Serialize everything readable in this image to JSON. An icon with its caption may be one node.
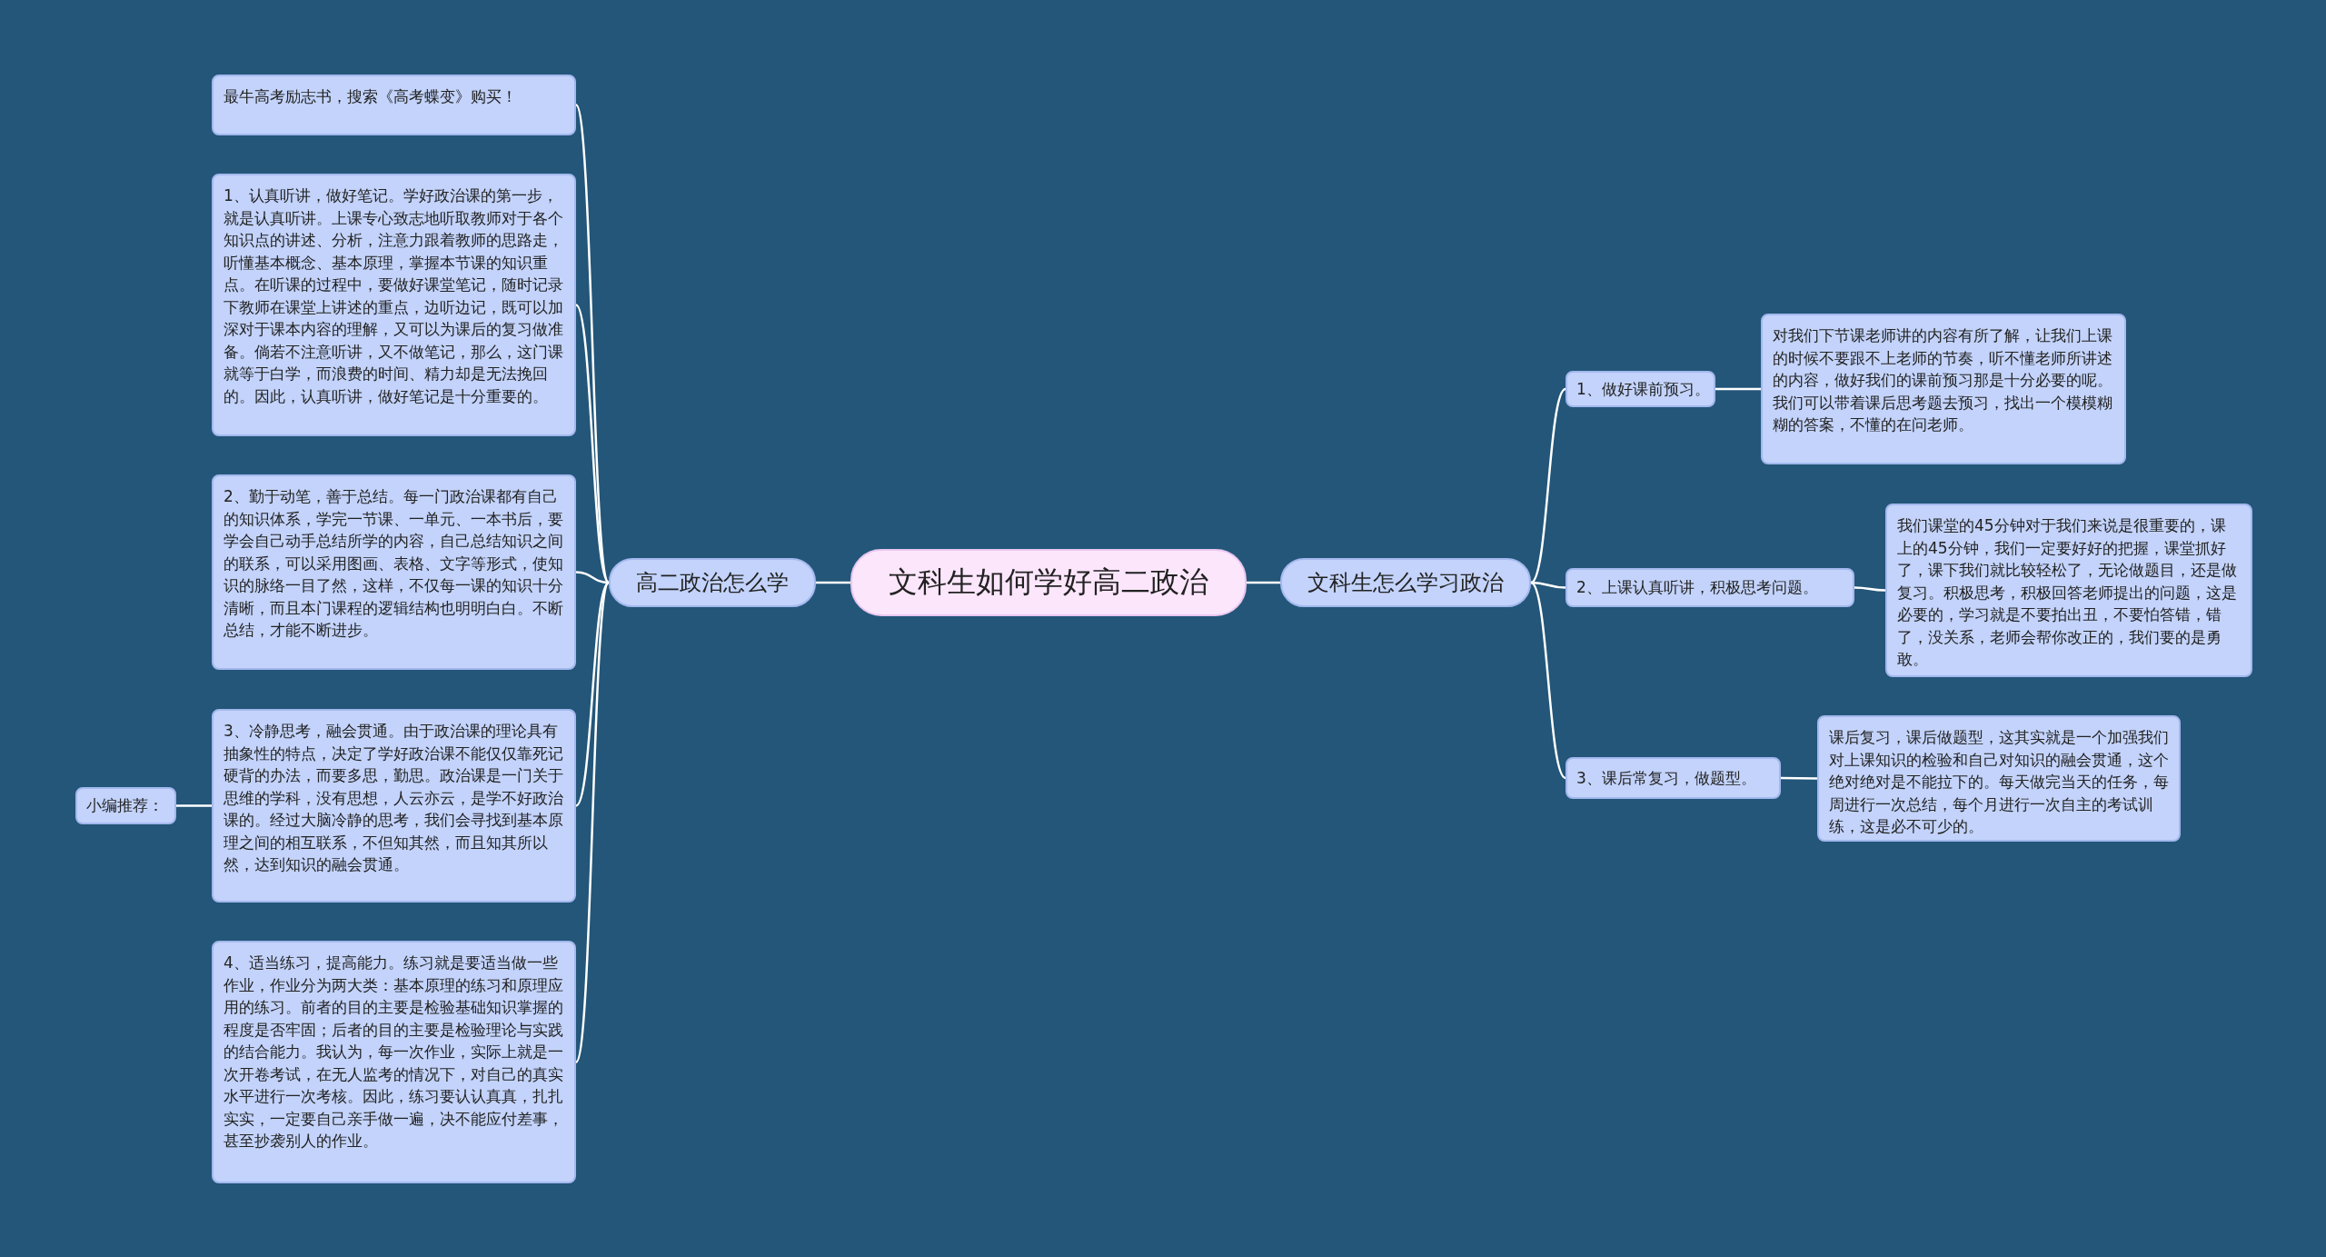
{
  "diagram": {
    "nodes": [
      {
        "text": [
          "文科生如何学好高二政治"
        ]
      },
      {
        "text": [
          "高二政治怎么学"
        ]
      },
      {
        "text": [
          "最牛高考励志书，搜索《高考蝶变》购买！"
        ]
      },
      {
        "text": [
          "1、认真听讲，做好笔记。学好政治课的第一步，就是认真听讲。上课专心致志地听取教师对于各个知识点的讲述、分析，注意力跟着教师的思路走，听懂基本概念、基本原理，掌握本节课的知识重点。在听课的过程中，要做好课堂笔记，随时记录下教师在课堂上讲述的重点，边听边记，既可以加深对于课本内容的理解，又可以为课后的复习做准备。倘若不注意听讲，又不做笔记，那么，这门课就等于白学，而浪费的时间、精力却是无法挽回的。因此，认真听讲，做好笔记是十分重要的。"
        ]
      },
      {
        "text": [
          "2、勤于动笔，善于总结。每一门政治课都有自己的知识体系，学完一节课、一单元、一本书后，要学会自己动手总结所学的内容，自己总结知识之间的联系，可以采用图画、表格、文字等形式，使知识的脉络一目了然，这样，不仅每一课的知识十分清晰，而且本门课程的逻辑结构也明明白白。不断总结，才能不断进步。"
        ]
      },
      {
        "text": [
          "3、冷静思考，融会贯通。由于政治课的理论具有抽象性的特点，决定了学好政治课不能仅仅靠死记硬背的办法，而要多思，勤思。政治课是一门关于思维的学科，没有思想，人云亦云，是学不好政治课的。经过大脑冷静的思考，我们会寻找到基本原理之间的相互联系，不但知其然，而且知其所以然，达到知识的融会贯通。"
        ]
      },
      {
        "text": [
          "4、适当练习，提高能力。练习就是要适当做一些作业，作业分为两大类：基本原理的练习和原理应用的练习。前者的目的主要是检验基础知识掌握的程度是否牢固；后者的目的主要是检验理论与实践的结合能力。我认为，每一次作业，实际上就是一次开卷考试，在无人监考的情况下，对自己的真实水平进行一次考核。因此，练习要认认真真，扎扎实实，一定要自己亲手做一遍，决不能应付差事，甚至抄袭别人的作业。"
        ]
      },
      {
        "text": [
          "小编推荐："
        ]
      },
      {
        "text": [
          "文科生怎么学习政治"
        ]
      },
      {
        "text": [
          "1、做好课前预习。"
        ]
      },
      {
        "text": [
          "对我们下节课老师讲的内容有所了解，让我们上课的时候不要跟不上老师的节奏，听不懂老师所讲述的内容，做好我们的课前预习那是十分必要的呢。我们可以带着课后思考题去预习，找出一个模模糊糊的答案，不懂的在问老师。"
        ]
      },
      {
        "text": [
          "2、上课认真听讲，积极思考问题。"
        ]
      },
      {
        "text": [
          "我们课堂的45分钟对于我们来说是很重要的，课上的45分钟，我们一定要好好的把握，课堂抓好了，课下我们就比较轻松了，无论做题目，还是做复习。积极思考，积极回答老师提出的问题，这是必要的，学习就是不要拍出丑，不要怕答错，错了，没关系，老师会帮你改正的，我们要的是勇敢。"
        ]
      },
      {
        "text": [
          "3、课后常复习，做题型。"
        ]
      },
      {
        "text": [
          "课后复习，课后做题型，这其实就是一个加强我们对上课知识的检验和自己对知识的融会贯通，这个绝对绝对是不能拉下的。每天做完当天的任务，每周进行一次总结，每个月进行一次自主的考试训练，这是必不可少的。"
        ]
      }
    ],
    "edges": [
      {
        "from": 0,
        "to": 1,
        "arrow": "none"
      },
      {
        "from": 1,
        "to": 2,
        "arrow": "none"
      },
      {
        "from": 1,
        "to": 3,
        "arrow": "none"
      },
      {
        "from": 1,
        "to": 4,
        "arrow": "none"
      },
      {
        "from": 1,
        "to": 5,
        "arrow": "none"
      },
      {
        "from": 1,
        "to": 6,
        "arrow": "none"
      },
      {
        "from": 5,
        "to": 7,
        "arrow": "none"
      },
      {
        "from": 0,
        "to": 8,
        "arrow": "none"
      },
      {
        "from": 8,
        "to": 9,
        "arrow": "none"
      },
      {
        "from": 9,
        "to": 10,
        "arrow": "none"
      },
      {
        "from": 8,
        "to": 11,
        "arrow": "none"
      },
      {
        "from": 11,
        "to": 12,
        "arrow": "none"
      },
      {
        "from": 8,
        "to": 13,
        "arrow": "none"
      },
      {
        "from": 13,
        "to": 14,
        "arrow": "none"
      }
    ]
  }
}
